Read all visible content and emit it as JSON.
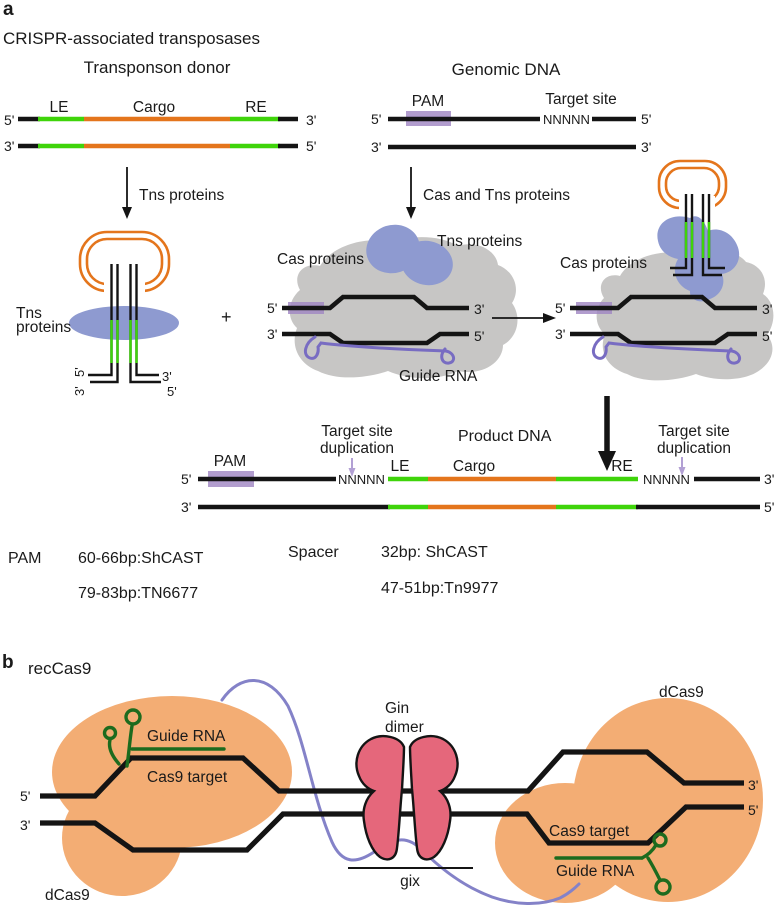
{
  "tokens": {
    "five": "5'",
    "three": "3'",
    "nnnnn": "NNNNN",
    "pam": "PAM",
    "le": "LE",
    "cargo": "Cargo",
    "re": "RE",
    "plus": "+",
    "guide_rna": "Guide RNA",
    "cas_proteins": "Cas proteins",
    "tns_proteins": "Tns proteins",
    "cas9_target": "Cas9 target",
    "dcas9": "dCas9",
    "target_site": "Target site"
  },
  "panel_a": {
    "tag": "a",
    "title": "CRISPR-associated transposases",
    "donor_title": "Transponson donor",
    "genomic_title": "Genomic DNA",
    "arrow_left_label": "Tns proteins",
    "arrow_right_label": "Cas and Tns proteins",
    "tns_line1": "Tns",
    "tns_line2": "proteins",
    "product_label": "Product DNA",
    "tsd_line1": "Target site",
    "tsd_line2": "duplication",
    "stats": {
      "pam": "PAM",
      "pam_row1": "60-66bp:ShCAST",
      "pam_row2": "79-83bp:TN6677",
      "spacer": "Spacer",
      "spacer_row1": "32bp: ShCAST",
      "spacer_row2": "47-51bp:Tn9977"
    }
  },
  "panel_b": {
    "tag": "b",
    "title": "recCas9",
    "gin_line1": "Gin",
    "gin_line2": "dimer",
    "gix": "gix"
  },
  "colors": {
    "cargo_orange": "#e4751c",
    "end_green": "#3fd40a",
    "tns_blue": "#8e9ad0",
    "cas_gray": "#c7c6c5",
    "pam_purple": "#9f84c2",
    "guide_purple": "#786cc2",
    "tether_purple": "#8482c8",
    "gin_pink": "#e5677b",
    "cas9_orange": "#f3ad74",
    "guide_green": "#1d6b1e"
  }
}
